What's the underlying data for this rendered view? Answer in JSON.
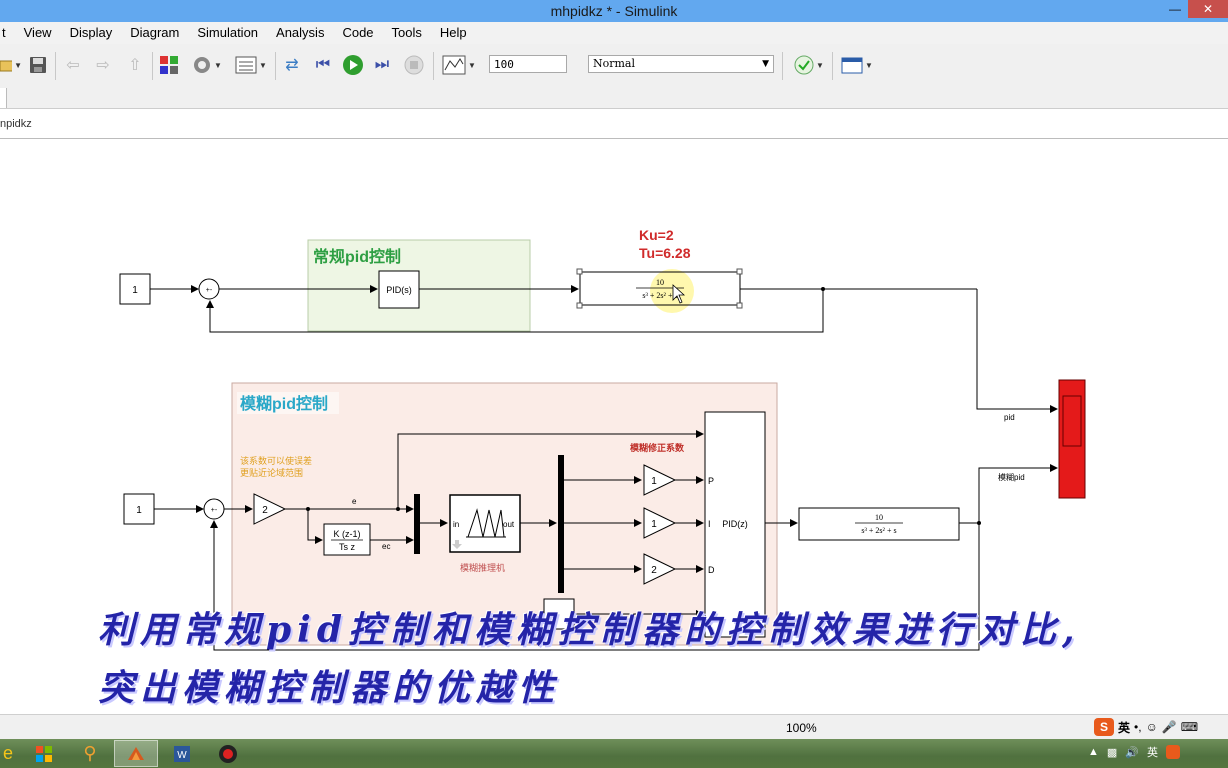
{
  "window": {
    "title": "mhpidkz * - Simulink"
  },
  "menu": [
    "t",
    "View",
    "Display",
    "Diagram",
    "Simulation",
    "Analysis",
    "Code",
    "Tools",
    "Help"
  ],
  "toolbar": {
    "stop_time": "100",
    "sim_mode": "Normal"
  },
  "breadcrumb": "npidkz",
  "diagram": {
    "group1_title": "常规pid控制",
    "group2_title": "模糊pid控制",
    "annotation_ku": "Ku=2",
    "annotation_tu": "Tu=6.28",
    "note_line1": "该系数可以使误差",
    "note_line2": "更贴近论域范围",
    "fuzzy_coef_label": "模糊修正系数",
    "fuzzy_engine_label": "模糊推理机",
    "const1": "1",
    "const2": "1",
    "sum_sign": "+-",
    "pid_s": "PID(s)",
    "pid_z": "PID(z)",
    "tf_num": "10",
    "tf_den": "s³ + 2s² + s",
    "gain_e": "2",
    "deriv_num": "K (z-1)",
    "deriv_den": "Ts z",
    "fis_in": "in",
    "fis_out": "out",
    "gain_p": "1",
    "gain_i": "1",
    "gain_d": "2",
    "port_p": "P",
    "port_i": "I",
    "port_d": "D",
    "sig_e": "e",
    "sig_ec": "ec",
    "sig_pid": "pid",
    "sig_fuzzy": "模糊pid"
  },
  "subtitle": {
    "line1": "利用常规pid控制和模糊控制器的控制效果进行对比,",
    "line2": "突出模糊控制器的优越性"
  },
  "status": {
    "zoom": "100%",
    "ime": "英"
  },
  "taskbar": {
    "tray_lang": "英"
  }
}
